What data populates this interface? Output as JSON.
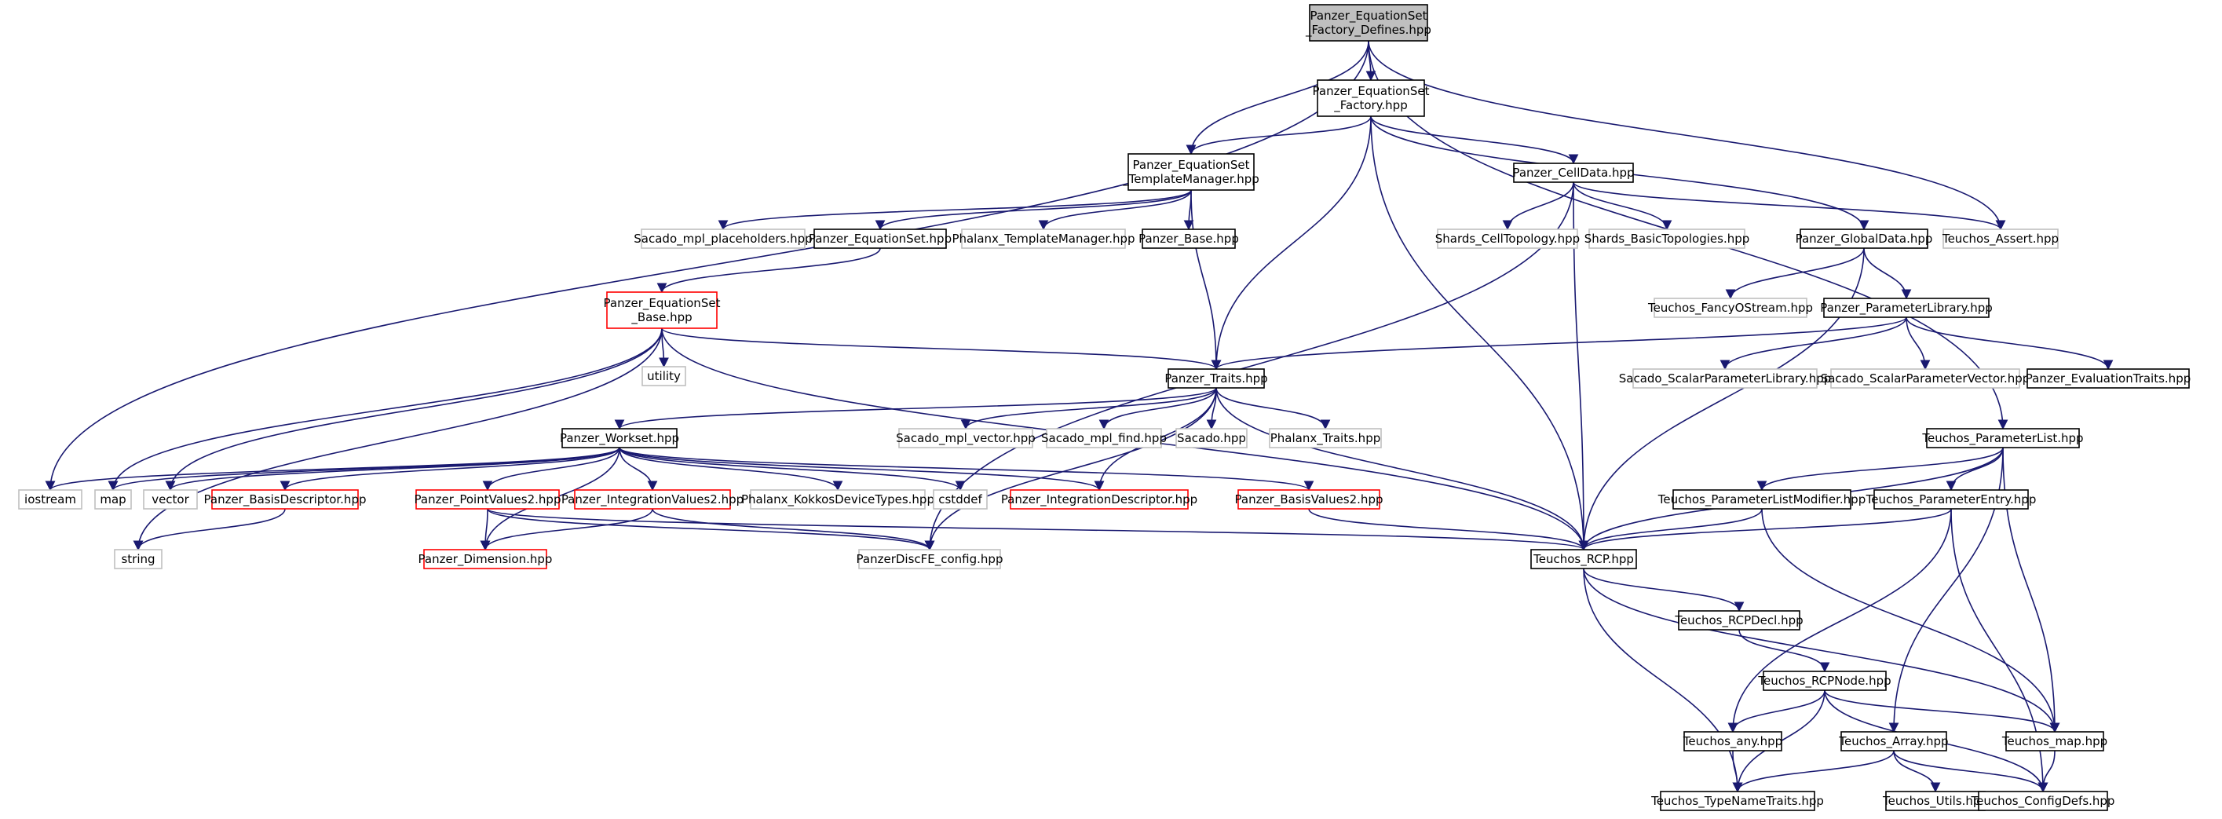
{
  "diagram": {
    "title": "",
    "nodes": [
      {
        "id": "root",
        "lines": [
          "Panzer_EquationSet",
          "_Factory_Defines.hpp"
        ],
        "style": "root"
      },
      {
        "id": "factory",
        "lines": [
          "Panzer_EquationSet",
          "_Factory.hpp"
        ],
        "style": "black"
      },
      {
        "id": "tmgr",
        "lines": [
          "Panzer_EquationSet",
          "_TemplateManager.hpp"
        ],
        "style": "black"
      },
      {
        "id": "celldata",
        "lines": [
          "Panzer_CellData.hpp"
        ],
        "style": "black"
      },
      {
        "id": "globaldata",
        "lines": [
          "Panzer_GlobalData.hpp"
        ],
        "style": "black"
      },
      {
        "id": "assert",
        "lines": [
          "Teuchos_Assert.hpp"
        ],
        "style": "gray"
      },
      {
        "id": "mplph",
        "lines": [
          "Sacado_mpl_placeholders.hpp"
        ],
        "style": "gray"
      },
      {
        "id": "eqset",
        "lines": [
          "Panzer_EquationSet.hpp"
        ],
        "style": "black"
      },
      {
        "id": "phxtm",
        "lines": [
          "Phalanx_TemplateManager.hpp"
        ],
        "style": "gray"
      },
      {
        "id": "base",
        "lines": [
          "Panzer_Base.hpp"
        ],
        "style": "black"
      },
      {
        "id": "shcell",
        "lines": [
          "Shards_CellTopology.hpp"
        ],
        "style": "gray"
      },
      {
        "id": "shbasic",
        "lines": [
          "Shards_BasicTopologies.hpp"
        ],
        "style": "gray"
      },
      {
        "id": "fancy",
        "lines": [
          "Teuchos_FancyOStream.hpp"
        ],
        "style": "gray"
      },
      {
        "id": "paramlib",
        "lines": [
          "Panzer_ParameterLibrary.hpp"
        ],
        "style": "black"
      },
      {
        "id": "eqbase",
        "lines": [
          "Panzer_EquationSet",
          "_Base.hpp"
        ],
        "style": "red"
      },
      {
        "id": "utility",
        "lines": [
          "utility"
        ],
        "style": "gray"
      },
      {
        "id": "traits",
        "lines": [
          "Panzer_Traits.hpp"
        ],
        "style": "black"
      },
      {
        "id": "scalarlib",
        "lines": [
          "Sacado_ScalarParameterLibrary.hpp"
        ],
        "style": "gray"
      },
      {
        "id": "scalarvec",
        "lines": [
          "Sacado_ScalarParameterVector.hpp"
        ],
        "style": "gray"
      },
      {
        "id": "evaltraits",
        "lines": [
          "Panzer_EvaluationTraits.hpp"
        ],
        "style": "black"
      },
      {
        "id": "workset",
        "lines": [
          "Panzer_Workset.hpp"
        ],
        "style": "black"
      },
      {
        "id": "mplvec",
        "lines": [
          "Sacado_mpl_vector.hpp"
        ],
        "style": "gray"
      },
      {
        "id": "mplfind",
        "lines": [
          "Sacado_mpl_find.hpp"
        ],
        "style": "gray"
      },
      {
        "id": "sacado",
        "lines": [
          "Sacado.hpp"
        ],
        "style": "gray"
      },
      {
        "id": "phxtraits",
        "lines": [
          "Phalanx_Traits.hpp"
        ],
        "style": "gray"
      },
      {
        "id": "plist",
        "lines": [
          "Teuchos_ParameterList.hpp"
        ],
        "style": "black"
      },
      {
        "id": "iostream",
        "lines": [
          "iostream"
        ],
        "style": "gray"
      },
      {
        "id": "map",
        "lines": [
          "map"
        ],
        "style": "gray"
      },
      {
        "id": "vector",
        "lines": [
          "vector"
        ],
        "style": "gray"
      },
      {
        "id": "basisdesc",
        "lines": [
          "Panzer_BasisDescriptor.hpp"
        ],
        "style": "red"
      },
      {
        "id": "pointval",
        "lines": [
          "Panzer_PointValues2.hpp"
        ],
        "style": "red"
      },
      {
        "id": "intval",
        "lines": [
          "Panzer_IntegrationValues2.hpp"
        ],
        "style": "red"
      },
      {
        "id": "kokkos",
        "lines": [
          "Phalanx_KokkosDeviceTypes.hpp"
        ],
        "style": "gray"
      },
      {
        "id": "cstddef",
        "lines": [
          "cstddef"
        ],
        "style": "gray"
      },
      {
        "id": "intdesc",
        "lines": [
          "Panzer_IntegrationDescriptor.hpp"
        ],
        "style": "red"
      },
      {
        "id": "basisval",
        "lines": [
          "Panzer_BasisValues2.hpp"
        ],
        "style": "red"
      },
      {
        "id": "plistmod",
        "lines": [
          "Teuchos_ParameterListModifier.hpp"
        ],
        "style": "black"
      },
      {
        "id": "pentry",
        "lines": [
          "Teuchos_ParameterEntry.hpp"
        ],
        "style": "black"
      },
      {
        "id": "string",
        "lines": [
          "string"
        ],
        "style": "gray"
      },
      {
        "id": "dimension",
        "lines": [
          "Panzer_Dimension.hpp"
        ],
        "style": "red"
      },
      {
        "id": "discfe",
        "lines": [
          "PanzerDiscFE_config.hpp"
        ],
        "style": "gray"
      },
      {
        "id": "rcp",
        "lines": [
          "Teuchos_RCP.hpp"
        ],
        "style": "black"
      },
      {
        "id": "rcpdecl",
        "lines": [
          "Teuchos_RCPDecl.hpp"
        ],
        "style": "black"
      },
      {
        "id": "rcpnode",
        "lines": [
          "Teuchos_RCPNode.hpp"
        ],
        "style": "black"
      },
      {
        "id": "any",
        "lines": [
          "Teuchos_any.hpp"
        ],
        "style": "black"
      },
      {
        "id": "array",
        "lines": [
          "Teuchos_Array.hpp"
        ],
        "style": "black"
      },
      {
        "id": "tmap",
        "lines": [
          "Teuchos_map.hpp"
        ],
        "style": "black"
      },
      {
        "id": "typename",
        "lines": [
          "Teuchos_TypeNameTraits.hpp"
        ],
        "style": "black"
      },
      {
        "id": "utils",
        "lines": [
          "Teuchos_Utils.hpp"
        ],
        "style": "black"
      },
      {
        "id": "configdefs",
        "lines": [
          "Teuchos_ConfigDefs.hpp"
        ],
        "style": "black"
      }
    ],
    "edges": [
      [
        "root",
        "factory"
      ],
      [
        "root",
        "tmgr"
      ],
      [
        "root",
        "iostream"
      ],
      [
        "root",
        "assert"
      ],
      [
        "root",
        "plist"
      ],
      [
        "factory",
        "tmgr"
      ],
      [
        "factory",
        "celldata"
      ],
      [
        "factory",
        "globaldata"
      ],
      [
        "factory",
        "traits"
      ],
      [
        "factory",
        "rcp"
      ],
      [
        "tmgr",
        "mplph"
      ],
      [
        "tmgr",
        "eqset"
      ],
      [
        "tmgr",
        "phxtm"
      ],
      [
        "tmgr",
        "base"
      ],
      [
        "tmgr",
        "traits"
      ],
      [
        "eqset",
        "eqbase"
      ],
      [
        "celldata",
        "shcell"
      ],
      [
        "celldata",
        "shbasic"
      ],
      [
        "celldata",
        "assert"
      ],
      [
        "celldata",
        "rcp"
      ],
      [
        "celldata",
        "discfe"
      ],
      [
        "globaldata",
        "fancy"
      ],
      [
        "globaldata",
        "paramlib"
      ],
      [
        "globaldata",
        "rcp"
      ],
      [
        "paramlib",
        "traits"
      ],
      [
        "paramlib",
        "scalarlib"
      ],
      [
        "paramlib",
        "scalarvec"
      ],
      [
        "paramlib",
        "evaltraits"
      ],
      [
        "eqbase",
        "utility"
      ],
      [
        "eqbase",
        "traits"
      ],
      [
        "eqbase",
        "rcp"
      ],
      [
        "eqbase",
        "string"
      ],
      [
        "eqbase",
        "map"
      ],
      [
        "eqbase",
        "vector"
      ],
      [
        "traits",
        "workset"
      ],
      [
        "traits",
        "mplvec"
      ],
      [
        "traits",
        "mplfind"
      ],
      [
        "traits",
        "sacado"
      ],
      [
        "traits",
        "phxtraits"
      ],
      [
        "traits",
        "rcp"
      ],
      [
        "traits",
        "discfe"
      ],
      [
        "traits",
        "intdesc"
      ],
      [
        "workset",
        "iostream"
      ],
      [
        "workset",
        "map"
      ],
      [
        "workset",
        "vector"
      ],
      [
        "workset",
        "basisdesc"
      ],
      [
        "workset",
        "pointval"
      ],
      [
        "workset",
        "intval"
      ],
      [
        "workset",
        "kokkos"
      ],
      [
        "workset",
        "cstddef"
      ],
      [
        "workset",
        "intdesc"
      ],
      [
        "workset",
        "basisval"
      ],
      [
        "workset",
        "dimension"
      ],
      [
        "basisdesc",
        "string"
      ],
      [
        "pointval",
        "dimension"
      ],
      [
        "pointval",
        "discfe"
      ],
      [
        "pointval",
        "rcp"
      ],
      [
        "intval",
        "dimension"
      ],
      [
        "intval",
        "discfe"
      ],
      [
        "basisval",
        "rcp"
      ],
      [
        "plist",
        "rcp"
      ],
      [
        "plist",
        "plistmod"
      ],
      [
        "plist",
        "pentry"
      ],
      [
        "plist",
        "array"
      ],
      [
        "plist",
        "tmap"
      ],
      [
        "plistmod",
        "rcp"
      ],
      [
        "plistmod",
        "tmap"
      ],
      [
        "pentry",
        "rcp"
      ],
      [
        "pentry",
        "any"
      ],
      [
        "pentry",
        "configdefs"
      ],
      [
        "rcp",
        "rcpdecl"
      ],
      [
        "rcp",
        "tmap"
      ],
      [
        "rcp",
        "typename"
      ],
      [
        "rcpdecl",
        "rcpnode"
      ],
      [
        "rcpnode",
        "any"
      ],
      [
        "rcpnode",
        "tmap"
      ],
      [
        "rcpnode",
        "typename"
      ],
      [
        "rcpnode",
        "configdefs"
      ],
      [
        "any",
        "typename"
      ],
      [
        "array",
        "typename"
      ],
      [
        "array",
        "utils"
      ],
      [
        "array",
        "configdefs"
      ],
      [
        "tmap",
        "configdefs"
      ]
    ]
  }
}
